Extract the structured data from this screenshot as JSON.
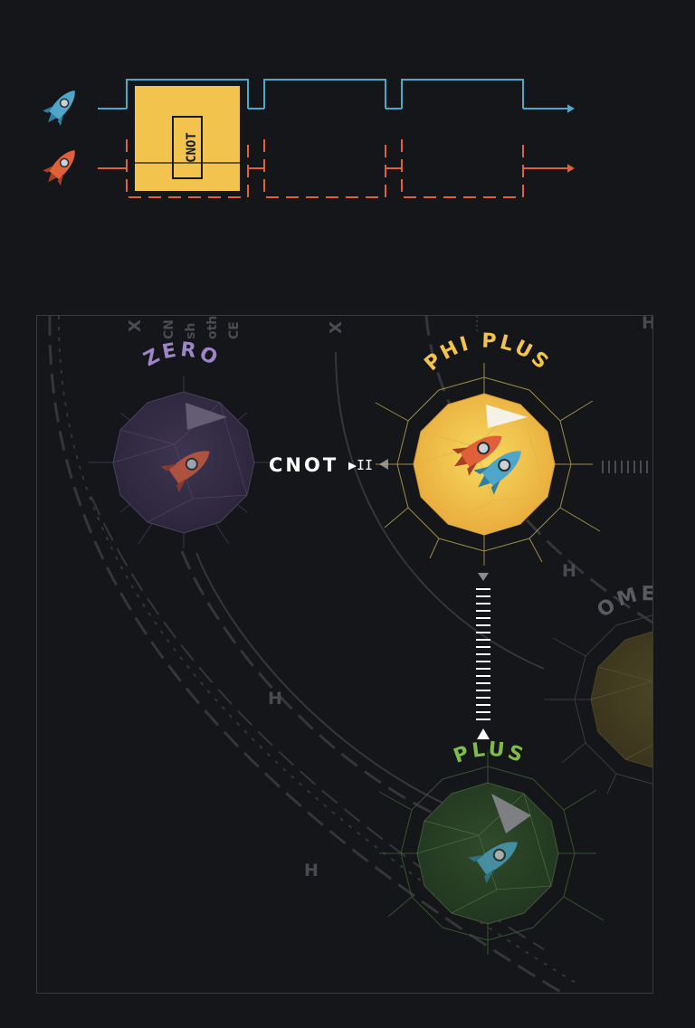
{
  "circuit": {
    "gate_label": "CNOT",
    "slots": [
      "CNOT",
      "",
      ""
    ],
    "wires": [
      {
        "name": "blue-rocket",
        "color": "#4ea6c9"
      },
      {
        "name": "red-rocket",
        "color": "#e0603a"
      }
    ],
    "gate_color": "#f2c44e"
  },
  "map": {
    "nodes": {
      "zero": {
        "label": "ZERO",
        "color": "#9e84c9"
      },
      "phi_plus": {
        "label": "PHI PLUS",
        "color": "#f2c44e"
      },
      "plus": {
        "label": "PLUS",
        "color": "#7dbb4a"
      },
      "omega": {
        "label": "OMEG"
      }
    },
    "edge_label": "CNOT",
    "play_pause": "▶II",
    "h_labels": [
      "H",
      "H",
      "H",
      "H"
    ],
    "x_labels": [
      "X",
      "X"
    ],
    "faded_text": [
      "CN",
      "sh",
      "oth",
      "CE"
    ]
  }
}
